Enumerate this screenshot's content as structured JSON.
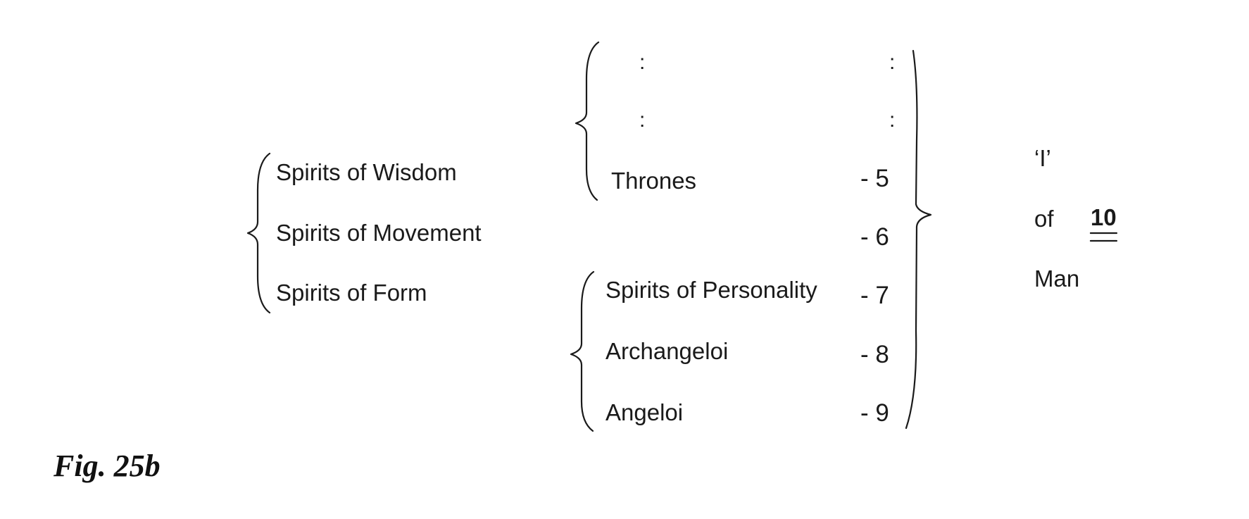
{
  "left_group": {
    "items": [
      "Spirits of Wisdom",
      "Spirits of Movement",
      "Spirits of Form"
    ]
  },
  "upper_group": {
    "dots_left": [
      ":",
      ":"
    ],
    "dots_right": [
      ":",
      ":"
    ],
    "item": "Thrones"
  },
  "lower_group": {
    "items": [
      "Spirits of Personality",
      "Archangeloi",
      "Angeloi"
    ]
  },
  "numbers": [
    "- 5",
    "- 6",
    "- 7",
    "- 8",
    "- 9"
  ],
  "result": {
    "line1": "‘I’",
    "line2": "of",
    "line3": "Man",
    "total": "10"
  },
  "caption": "Fig. 25b"
}
